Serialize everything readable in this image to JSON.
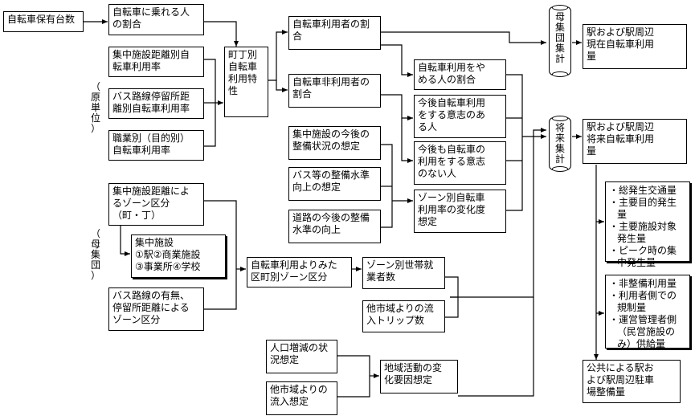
{
  "boxes": {
    "b1": "自転車保有台数",
    "b2": "自転車に乗れる人\nの割合",
    "b3": "集中施設距離別自\n転車利用率",
    "b4": "バス路線停留所距\n離別自転車利用率",
    "b5": "職業別（目的別）\n自転車利用率",
    "b6": "町丁別\n自転車\n利用特\n性",
    "b7": "自転車利用者の割\n合",
    "b8": "自転車非利用者の\n割合",
    "b9": "自転車利用をや\nめる人の割合",
    "b10": "今後自転車利用\nをする意志のあ\nる人",
    "b11": "今後も自転車の\n利用をする意志\nのない人",
    "b12": "ゾーン別自転車\n利用率の変化度\n想定",
    "b13": "集中施設の今後の\n整備状況の想定",
    "b14": "バス等の整備水準\n向上の想定",
    "b15": "道路の今後の整備\n水準の向上",
    "b16": "集中施設距離によ\nるゾーン区分\n（町・丁）",
    "b17": "集中施設\n①駅②商業施設\n③事業所④学校",
    "b18": "バス路線の有無、\n停留所距離による\nゾーン区分",
    "b19": "自転車利用よりみた\n区町別ゾーン区分",
    "b20": "ゾーン別世帯就\n業者数",
    "b21": "他市域よりの流\n入トリップ数",
    "b22": "人口増減の状\n況想定",
    "b23": "他市域よりの\n流入想定",
    "b24": "地域活動の変\n化要因想定",
    "b25": "駅および駅周辺\n現在自転車利用\n量",
    "b26": "駅および駅周辺\n将来自転車利用\n量",
    "b27": "公共による駅お\nよび駅周辺駐車\n場整備量"
  },
  "labels": {
    "gentani": "（\n原\n単\n位\n）",
    "boshudan": "（\n母\n集\n団\n）",
    "boshudan_shukei": "母\n集\n団\n集\n計",
    "shorai_shukei": "将\n来\n集\n計"
  },
  "list1": [
    "総発生交通量",
    "主要目的発生量",
    "主要施設対象発生量",
    "ピーク時の集中発生量"
  ],
  "list2": [
    "非整備利用量",
    "利用者側での規制量",
    "運営管理者側（民営施設のみ）供給量"
  ]
}
